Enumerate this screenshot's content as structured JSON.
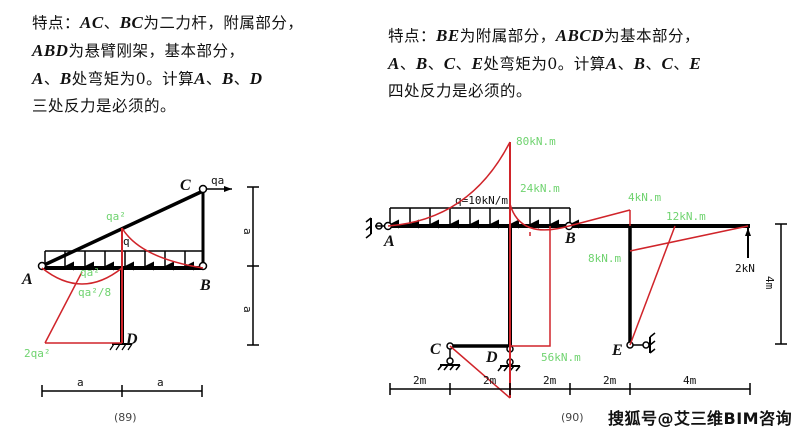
{
  "left_note": {
    "lines": [
      [
        "特点：",
        "AC",
        "、",
        "BC",
        "为二力杆，附属部分，"
      ],
      [
        "ABD",
        "为悬臂刚架，基本部分，"
      ],
      [
        "A",
        "、",
        "B",
        "处弯矩为0。计算",
        "A",
        "、",
        "B",
        "、",
        "D"
      ],
      [
        "三处反力是必须的。"
      ]
    ]
  },
  "right_note": {
    "lines": [
      [
        "特点：",
        "BE",
        "为附属部分，",
        "ABCD",
        "为基本部分，"
      ],
      [
        "A",
        "、",
        "B",
        "、",
        "C",
        "、",
        "E",
        "处弯矩为0。计算",
        "A",
        "、",
        "B",
        "、",
        "C",
        "、",
        "E"
      ],
      [
        "四处反力是必须的。"
      ]
    ]
  },
  "figure_89": {
    "caption": "(89)",
    "points": {
      "A": "A",
      "B": "B",
      "C": "C",
      "D": "D"
    },
    "load_label": "qa",
    "moment_labels": {
      "top": "qa²",
      "mid_small": "q",
      "parabola": "qa²/8",
      "left": "qa²",
      "base": "2qa²"
    },
    "dims_horizontal": [
      "a",
      "a"
    ],
    "dims_vertical": [
      "a",
      "a"
    ]
  },
  "figure_90": {
    "caption": "(90)",
    "points": {
      "A": "A",
      "B": "B",
      "C": "C",
      "D": "D",
      "E": "E"
    },
    "load_label": "q=10kN/m",
    "force_label": "2kN",
    "moment_labels": [
      "80kN.m",
      "24kN.m",
      "4kN.m",
      "12kN.m",
      "8kN.m",
      "56kN.m"
    ],
    "dims_horizontal": [
      "2m",
      "2m",
      "2m",
      "2m",
      "4m"
    ],
    "dims_vertical": [
      "4m"
    ]
  },
  "watermark": "搜狐号@艾三维BIM咨询",
  "colors": {
    "moment": "#d0242a",
    "label": "#6fd36f",
    "structure": "#000000"
  }
}
